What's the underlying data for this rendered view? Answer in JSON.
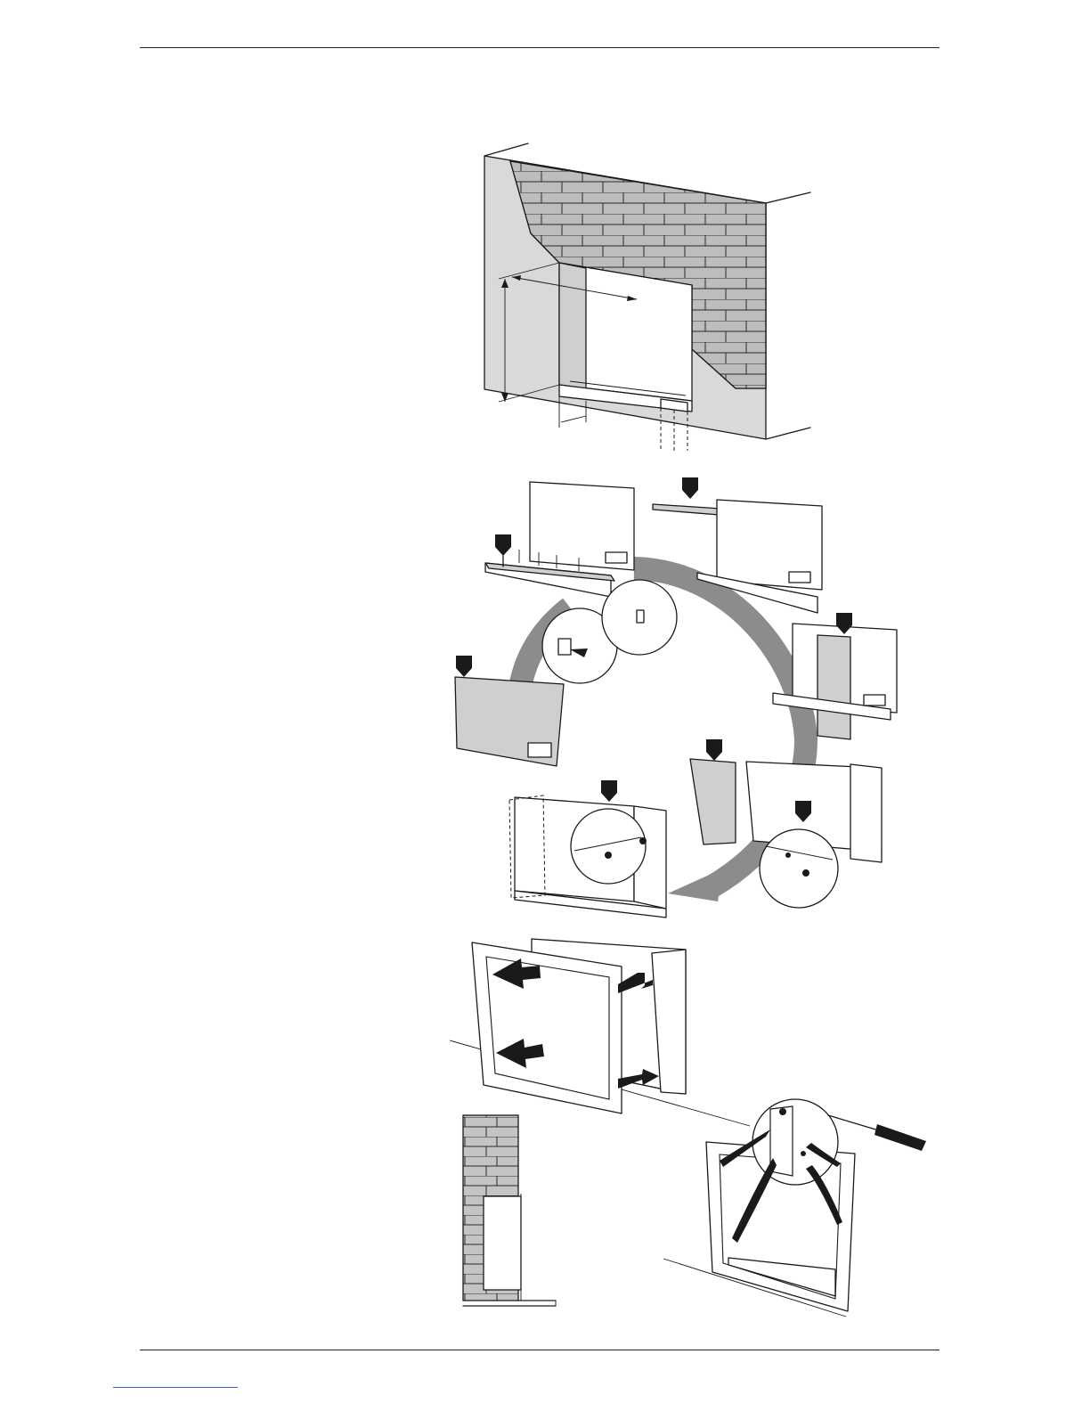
{
  "page": {
    "header_rule": true,
    "footer_rule": true
  },
  "figures": [
    {
      "id": "recess-opening",
      "icon": "wall-recess-measurement-illustration"
    },
    {
      "id": "box-assembly-sequence",
      "icon": "assembly-sequence-illustration"
    },
    {
      "id": "frame-installation",
      "icon": "frame-mounting-illustration"
    },
    {
      "id": "wall-section",
      "icon": "brick-wall-section-illustration"
    },
    {
      "id": "screw-fixing",
      "icon": "screwdriver-fixing-illustration"
    }
  ],
  "colors": {
    "line": "#1a1a1a",
    "wall_fill": "#d9d9d9",
    "brick_fill": "#bdbdbd",
    "arrow_fill": "#8c8c8c",
    "link_underline": "#3b5fc0"
  }
}
